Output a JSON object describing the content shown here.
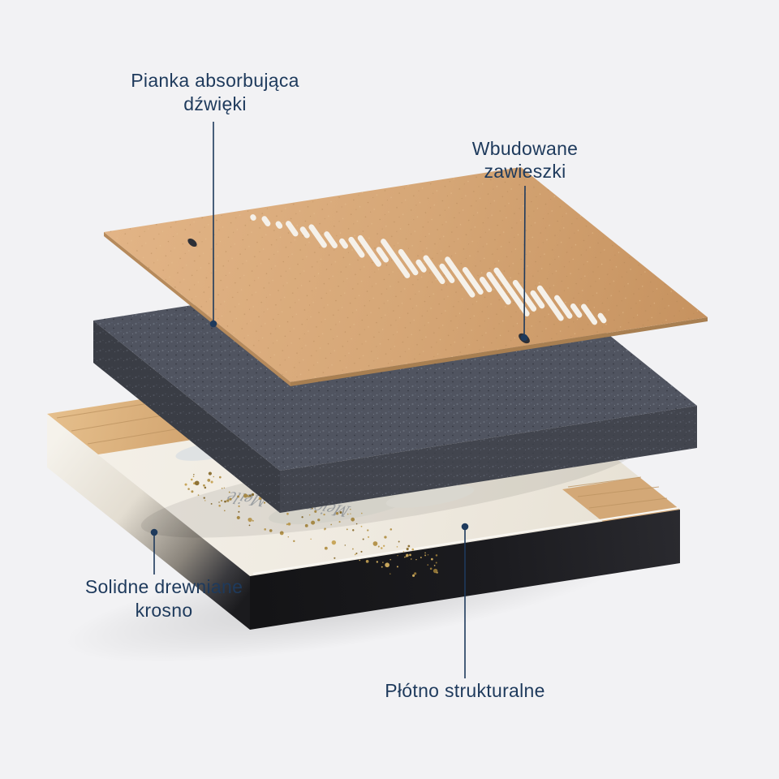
{
  "page": {
    "background": "#f2f2f4"
  },
  "labels": {
    "foam": {
      "line1": "Pianka absorbująca",
      "line2": "dźwięki"
    },
    "hangers": {
      "line1": "Wbudowane",
      "line2": "zawieszki"
    },
    "frame": {
      "line1": "Solidne drewniane",
      "line2": "krosno"
    },
    "canvas": {
      "line1": "Płótno strukturalne"
    }
  },
  "artwork": {
    "mirrored_text": "Mejone Vor Meile",
    "waveform_bars": [
      8,
      14,
      10,
      22,
      16,
      34,
      24,
      14,
      30,
      46,
      22,
      58,
      38,
      18,
      42,
      28,
      60,
      40,
      22,
      48,
      72,
      46,
      26,
      52,
      34,
      20,
      30,
      14
    ],
    "gold_speckle_count": 150
  },
  "colors": {
    "accent": "#1e3a5c",
    "board": "#d6a778",
    "slot": "#f5f1ea",
    "foam": "#505460",
    "canvas_face": "#f1ede4",
    "canvas_side": "#1a1a1d",
    "wood": "#d7b184",
    "gold": [
      "#b5954e",
      "#8e7236",
      "#c9a75c"
    ]
  }
}
